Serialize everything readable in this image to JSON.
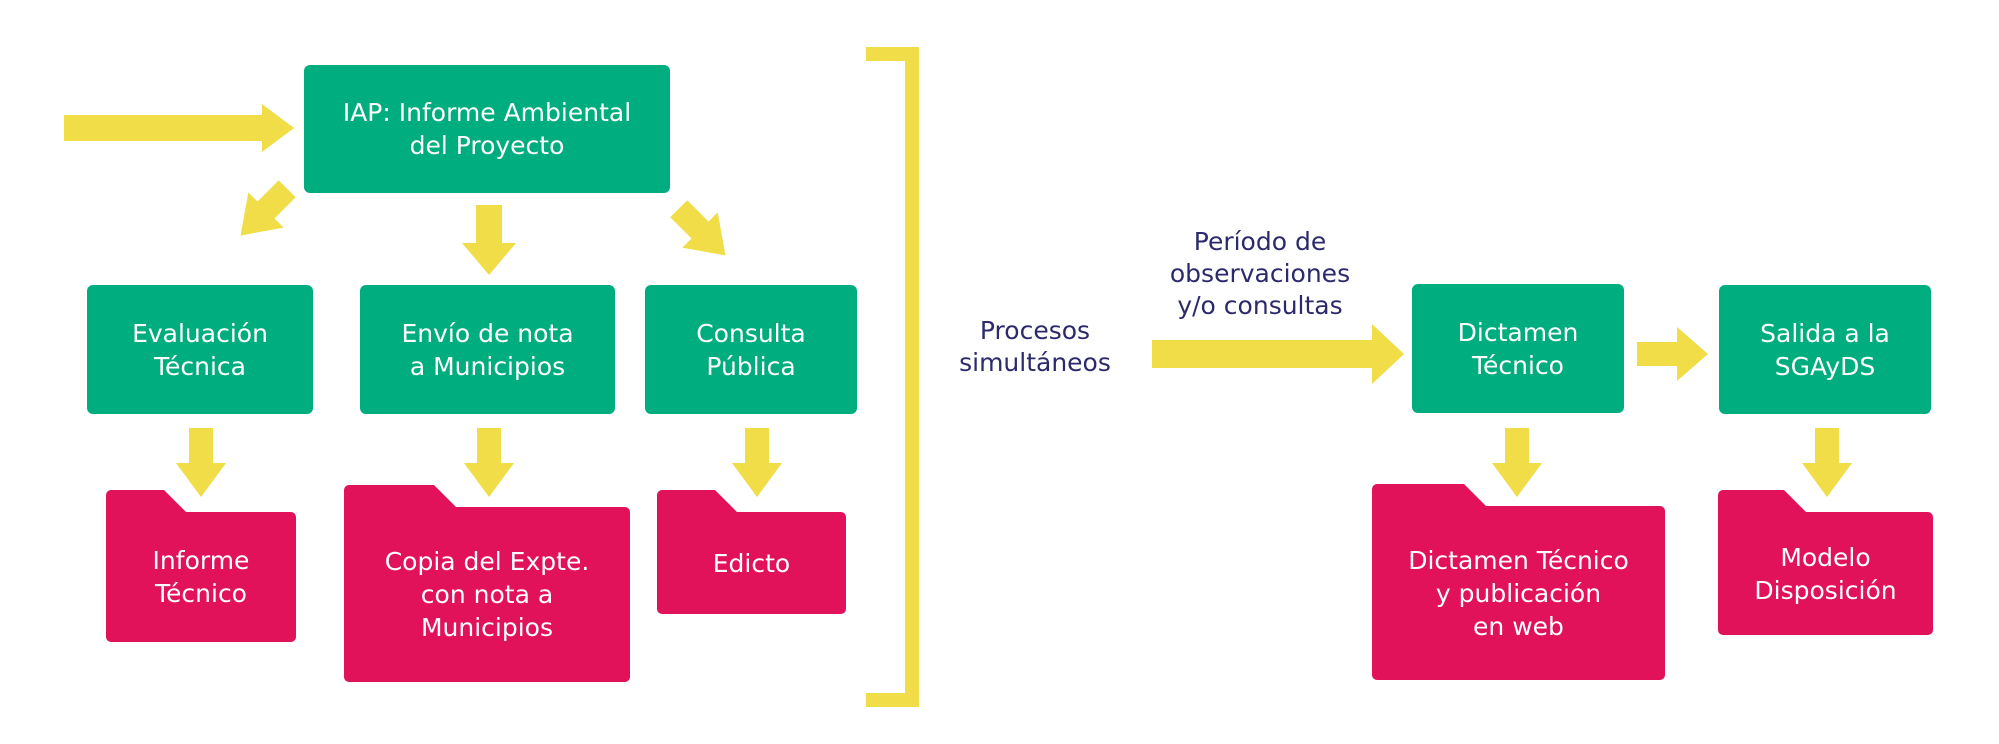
{
  "colors": {
    "box": "#00ad7f",
    "folder": "#e2125a",
    "arrow": "#f0dd48",
    "label": "#2c2a6b"
  },
  "boxes": {
    "iap": "IAP: Informe Ambiental\ndel Proyecto",
    "evaluacion": "Evaluación\nTécnica",
    "envio": "Envío de nota\na Municipios",
    "consulta": "Consulta\nPública",
    "dictamen": "Dictamen\nTécnico",
    "salida": "Salida a la\nSGAyDS"
  },
  "folders": {
    "informe": "Informe\nTécnico",
    "copia": "Copia del Expte.\ncon nota a\nMunicipios",
    "edicto": "Edicto",
    "dictamen_web": "Dictamen Técnico\ny publicación\nen web",
    "modelo": "Modelo\nDisposición"
  },
  "labels": {
    "procesos": "Procesos\nsimultáneos",
    "periodo": "Período de\nobservaciones\ny/o consultas"
  }
}
